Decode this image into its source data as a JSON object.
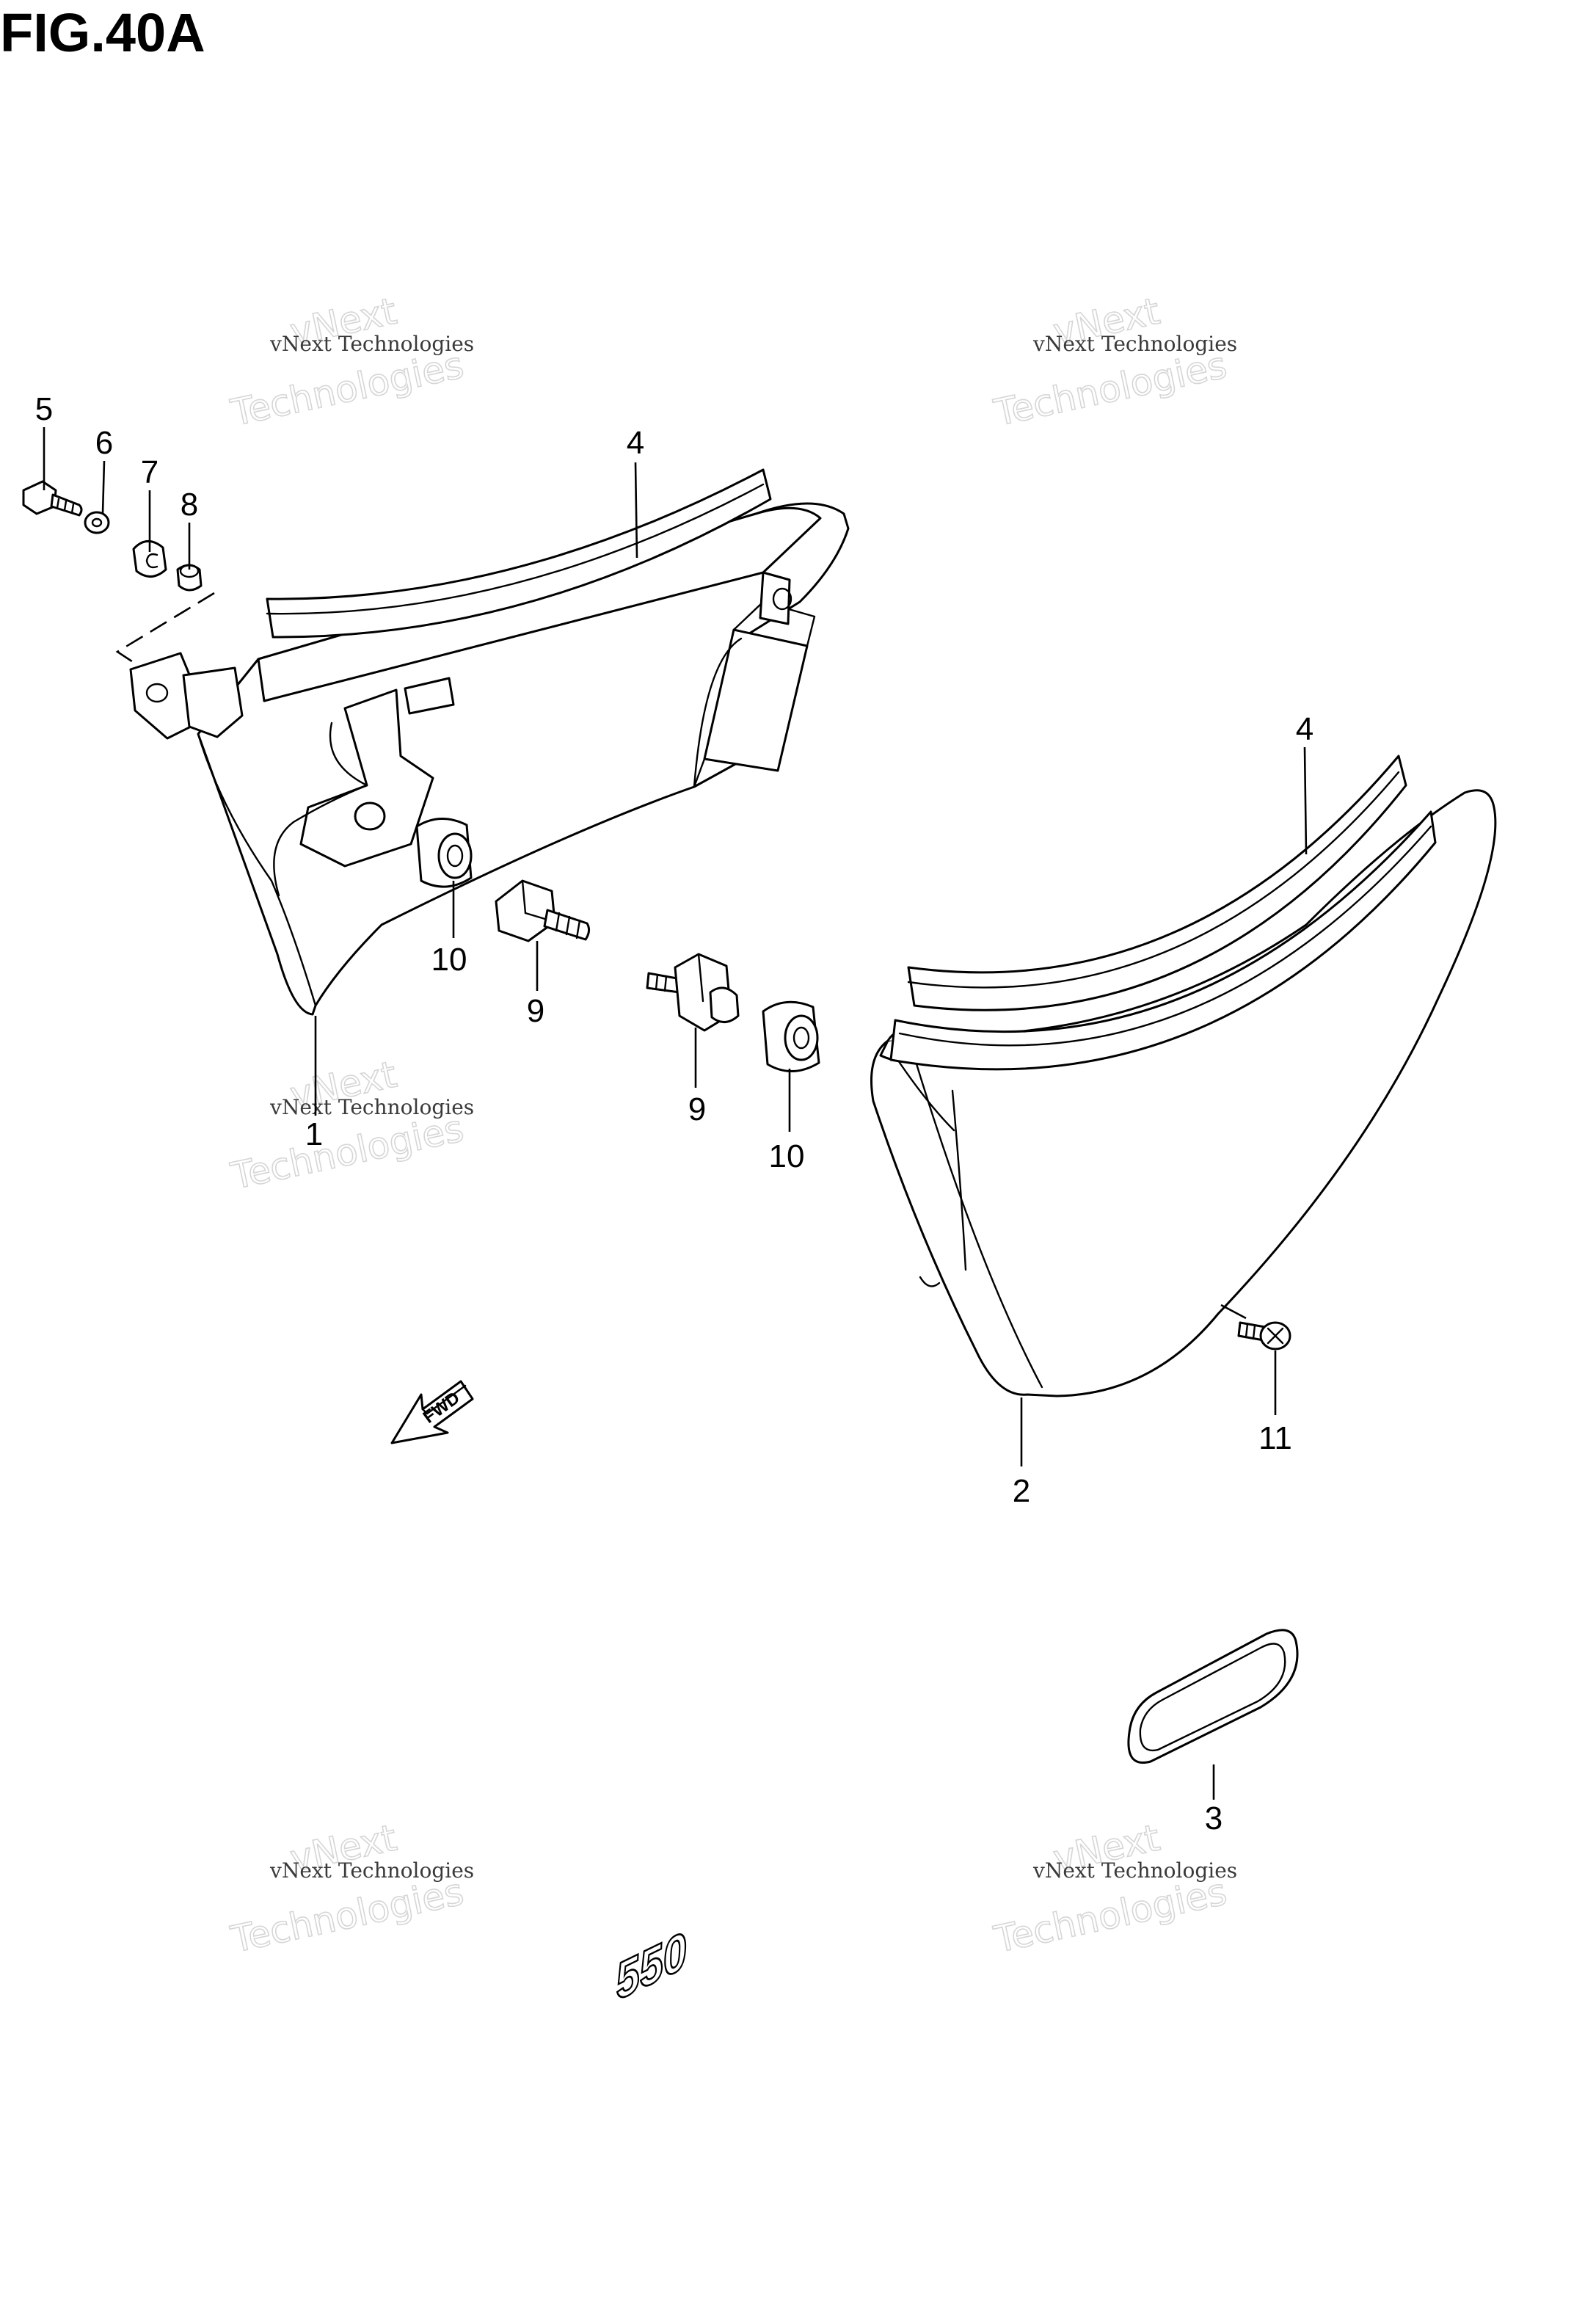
{
  "figure": {
    "title": "FIG.40A"
  },
  "watermark": {
    "line1": "vNext Technologies",
    "line2": "Technologies",
    "line3": "vNext"
  },
  "callouts": {
    "c1": "1",
    "c2": "2",
    "c3": "3",
    "c4a": "4",
    "c4b": "4",
    "c5": "5",
    "c6": "6",
    "c7": "7",
    "c8": "8",
    "c9a": "9",
    "c9b": "9",
    "c10a": "10",
    "c10b": "10",
    "c11": "11"
  },
  "fwd_arrow": {
    "label": "FWD"
  },
  "emblem": {
    "text": "550"
  }
}
